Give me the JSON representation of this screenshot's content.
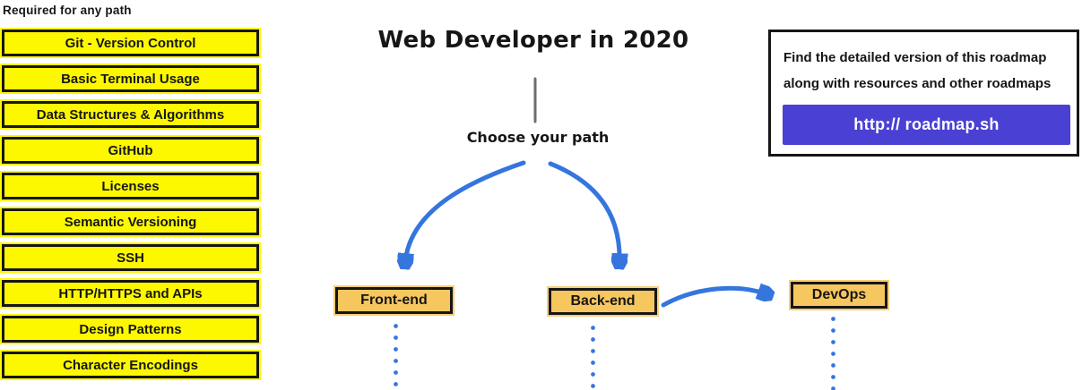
{
  "page": {
    "title": "Web Developer in 2020",
    "subtitle": "Choose your path"
  },
  "required_section": {
    "heading": "Required for any path",
    "items": [
      "Git - Version Control",
      "Basic Terminal Usage",
      "Data Structures & Algorithms",
      "GitHub",
      "Licenses",
      "Semantic Versioning",
      "SSH",
      "HTTP/HTTPS and APIs",
      "Design Patterns",
      "Character Encodings"
    ]
  },
  "paths": [
    {
      "label": "Front-end"
    },
    {
      "label": "Back-end"
    },
    {
      "label": "DevOps"
    }
  ],
  "info_box": {
    "line1": "Find the detailed version of this roadmap",
    "line2": "along with resources and other roadmaps",
    "button_label": "http:// roadmap.sh"
  },
  "colors": {
    "topic_yellow": "#FDF800",
    "path_orange": "#F6C65F",
    "arrow_blue": "#3575DE",
    "button_purple": "#4B40D4",
    "outline_black": "#161616",
    "stem_gray": "#6E6E6E"
  }
}
